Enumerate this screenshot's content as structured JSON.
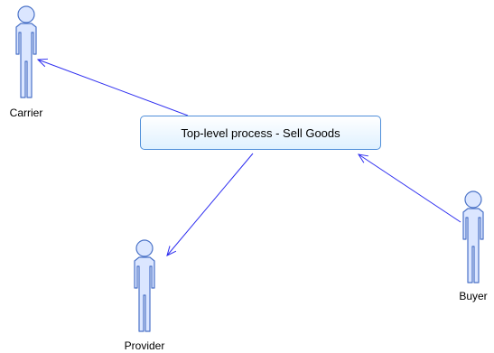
{
  "process": {
    "label": "Top-level process - Sell Goods"
  },
  "actors": [
    {
      "id": "carrier",
      "label": "Carrier"
    },
    {
      "id": "provider",
      "label": "Provider"
    },
    {
      "id": "buyer",
      "label": "Buyer"
    }
  ],
  "colors": {
    "actor_fill": "#dbe6ff",
    "actor_stroke": "#4a72c7",
    "link": "#2d2df0",
    "process_border": "#4f8fd9",
    "process_fill_top": "#ffffff",
    "process_fill_bottom": "#dff1ff"
  }
}
